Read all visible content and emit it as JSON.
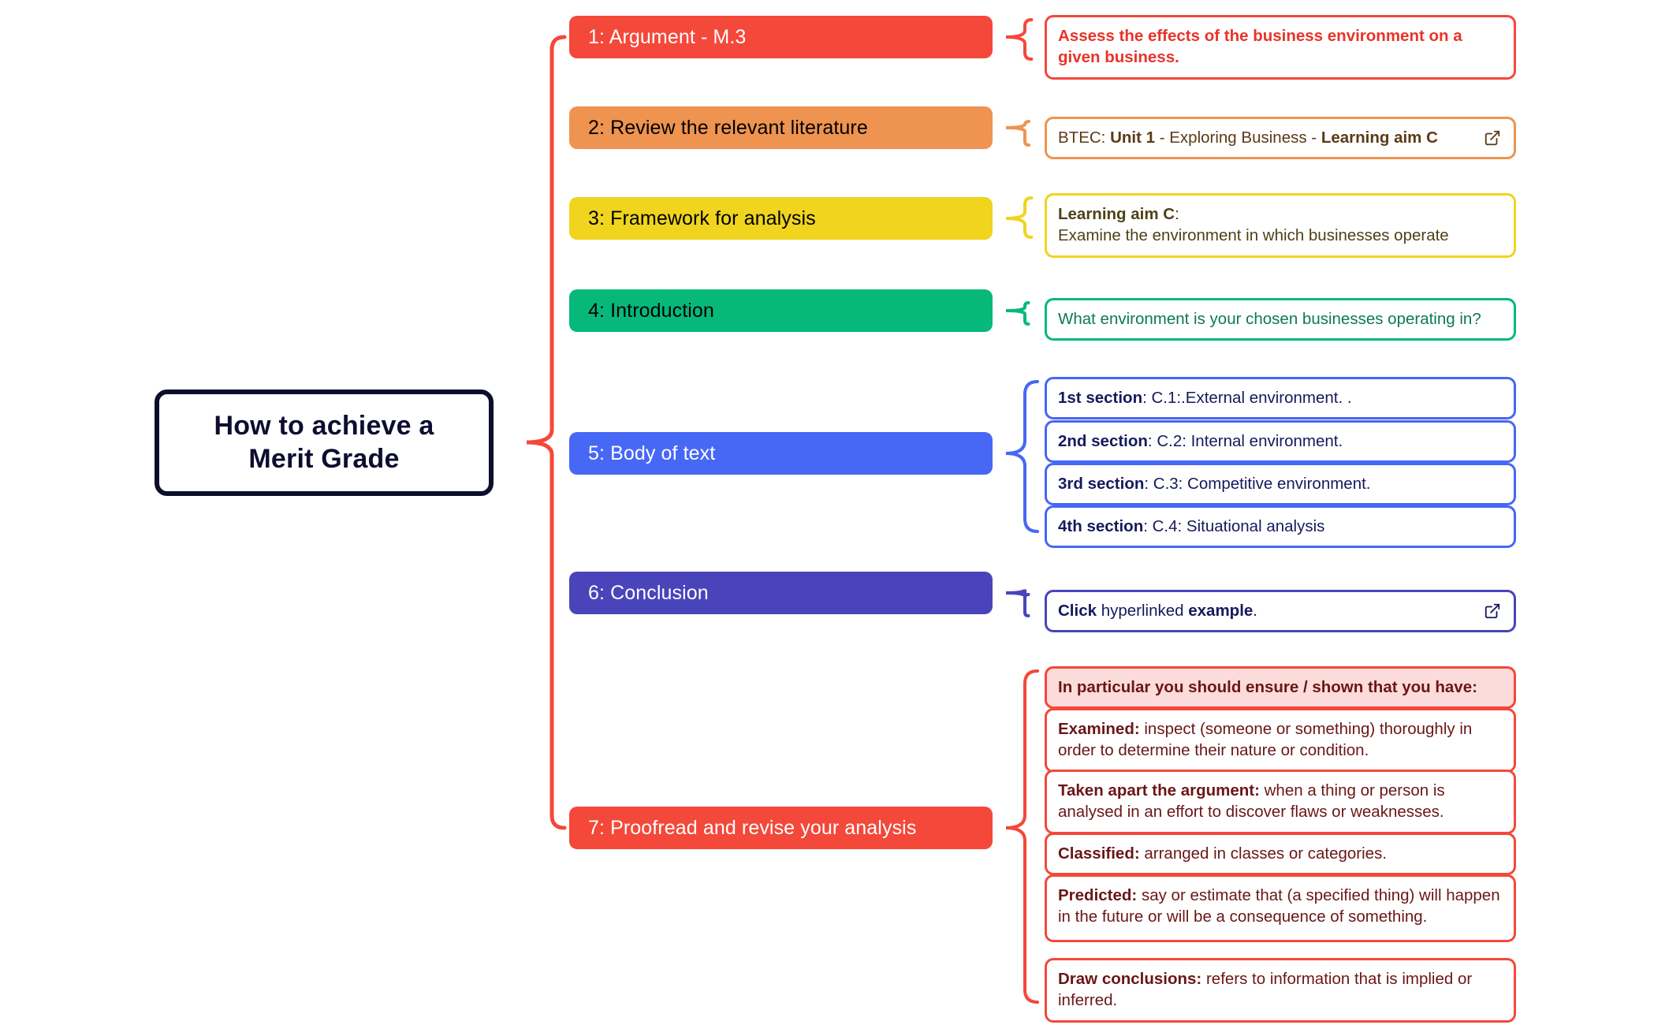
{
  "root": {
    "line1": "How to achieve a",
    "line2": "Merit Grade",
    "border_color": "#0d0d2e"
  },
  "palette": {
    "red": "#f4483a",
    "orange": "#ef9350",
    "yellow": "#f0d41e",
    "green": "#06b97b",
    "blue": "#4767f5",
    "indigo": "#4a44bb",
    "red_text": "#e8342a",
    "brown_text": "#5c3a14",
    "olive_text": "#4d4216",
    "green_text": "#0c7a53",
    "navy_text": "#151a5c",
    "maroon_text": "#6b1616",
    "pink_fill": "#fbdcda"
  },
  "branches": [
    {
      "index": 1,
      "bar_label": "1: Argument - M.3",
      "bar_bg": "#f4483a",
      "bar_text_color": "#ffffff",
      "accent": "#f4483a",
      "cards": [
        {
          "id": "assess-effects",
          "bg": "#ffffff",
          "border": "#f4483a",
          "text_color": "#e8342a",
          "bold_all": true,
          "icon": null,
          "segments": [
            {
              "text": "Assess the effects of the business environment on a given business.",
              "bold": true
            }
          ]
        }
      ]
    },
    {
      "index": 2,
      "bar_label": "2: Review the relevant literature",
      "bar_bg": "#ef9350",
      "bar_text_color": "#000000",
      "accent": "#ef9350",
      "cards": [
        {
          "id": "btec-unit1",
          "bg": "#ffffff",
          "border": "#ef9350",
          "text_color": "#5c3a14",
          "bold_all": false,
          "icon": "external-link-icon",
          "segments": [
            {
              "text": "BTEC: ",
              "bold": false
            },
            {
              "text": "Unit 1",
              "bold": true
            },
            {
              "text": " - Exploring Business - ",
              "bold": false
            },
            {
              "text": "Learning aim C",
              "bold": true
            }
          ]
        }
      ]
    },
    {
      "index": 3,
      "bar_label": "3: Framework for analysis",
      "bar_bg": "#f0d41e",
      "bar_text_color": "#000000",
      "accent": "#f0d41e",
      "cards": [
        {
          "id": "learning-aim-c",
          "bg": "#ffffff",
          "border": "#f0d41e",
          "text_color": "#4d4216",
          "bold_all": false,
          "icon": null,
          "segments": [
            {
              "text": "Learning aim C",
              "bold": true
            },
            {
              "text": ":",
              "bold": false
            },
            {
              "text": "\n",
              "bold": false
            },
            {
              "text": "Examine the environment in which businesses operate",
              "bold": false
            }
          ]
        }
      ]
    },
    {
      "index": 4,
      "bar_label": "4: Introduction",
      "bar_bg": "#06b97b",
      "bar_text_color": "#000000",
      "accent": "#06b97b",
      "cards": [
        {
          "id": "what-environment",
          "bg": "#ffffff",
          "border": "#06b97b",
          "text_color": "#0c7a53",
          "bold_all": false,
          "icon": null,
          "segments": [
            {
              "text": "What environment is your chosen businesses operating in?",
              "bold": false
            }
          ]
        }
      ]
    },
    {
      "index": 5,
      "bar_label": "5: Body of text",
      "bar_bg": "#4767f5",
      "bar_text_color": "#ffffff",
      "accent": "#4767f5",
      "cards": [
        {
          "id": "section-1",
          "bg": "#ffffff",
          "border": "#4767f5",
          "text_color": "#151a5c",
          "bold_all": false,
          "icon": null,
          "segments": [
            {
              "text": "1st section",
              "bold": true
            },
            {
              "text": ":  C.1:.External environment.     .",
              "bold": false
            }
          ]
        },
        {
          "id": "section-2",
          "bg": "#ffffff",
          "border": "#4767f5",
          "text_color": "#151a5c",
          "bold_all": false,
          "icon": null,
          "segments": [
            {
              "text": "2nd section",
              "bold": true
            },
            {
              "text": ":  C.2: Internal environment.",
              "bold": false
            }
          ]
        },
        {
          "id": "section-3",
          "bg": "#ffffff",
          "border": "#4767f5",
          "text_color": "#151a5c",
          "bold_all": false,
          "icon": null,
          "segments": [
            {
              "text": "3rd section",
              "bold": true
            },
            {
              "text": ":  C.3: Competitive environment.",
              "bold": false
            }
          ]
        },
        {
          "id": "section-4",
          "bg": "#ffffff",
          "border": "#4767f5",
          "text_color": "#151a5c",
          "bold_all": false,
          "icon": null,
          "segments": [
            {
              "text": "4th section",
              "bold": true
            },
            {
              "text": ":  C.4: Situational analysis",
              "bold": false
            }
          ]
        }
      ]
    },
    {
      "index": 6,
      "bar_label": "6: Conclusion",
      "bar_bg": "#4a44bb",
      "bar_text_color": "#ffffff",
      "accent": "#4a44bb",
      "cards": [
        {
          "id": "click-example",
          "bg": "#ffffff",
          "border": "#4a44bb",
          "text_color": "#151a5c",
          "bold_all": false,
          "icon": "external-link-icon",
          "segments": [
            {
              "text": "Click",
              "bold": true
            },
            {
              "text": " hyperlinked ",
              "bold": false
            },
            {
              "text": "example",
              "bold": true
            },
            {
              "text": ".",
              "bold": false
            }
          ]
        }
      ]
    },
    {
      "index": 7,
      "bar_label": "7: Proofread and revise your analysis",
      "bar_bg": "#f4483a",
      "bar_text_color": "#ffffff",
      "accent": "#f4483a",
      "cards": [
        {
          "id": "in-particular",
          "bg": "#fbdcda",
          "border": "#f4483a",
          "text_color": "#6b1616",
          "bold_all": true,
          "icon": null,
          "segments": [
            {
              "text": "In particular you should ensure / shown that you have:",
              "bold": true
            }
          ]
        },
        {
          "id": "examined",
          "bg": "#ffffff",
          "border": "#f4483a",
          "text_color": "#6b1616",
          "bold_all": false,
          "icon": null,
          "segments": [
            {
              "text": "Examined:",
              "bold": true
            },
            {
              "text": " inspect (someone or something) thoroughly in order to determine their nature or condition.",
              "bold": false
            }
          ]
        },
        {
          "id": "taken-apart-the-argument",
          "bg": "#ffffff",
          "border": "#f4483a",
          "text_color": "#6b1616",
          "bold_all": false,
          "icon": null,
          "segments": [
            {
              "text": "Taken apart the argument:",
              "bold": true
            },
            {
              "text": " when a thing or person is analysed in an effort to discover flaws or weaknesses.",
              "bold": false
            }
          ]
        },
        {
          "id": "classified",
          "bg": "#ffffff",
          "border": "#f4483a",
          "text_color": "#6b1616",
          "bold_all": false,
          "icon": null,
          "segments": [
            {
              "text": "Classified:",
              "bold": true
            },
            {
              "text": " arranged in classes or categories.",
              "bold": false
            }
          ]
        },
        {
          "id": "predicted",
          "bg": "#ffffff",
          "border": "#f4483a",
          "text_color": "#6b1616",
          "bold_all": false,
          "icon": null,
          "segments": [
            {
              "text": "Predicted:",
              "bold": true
            },
            {
              "text": " say or estimate that (a specified thing) will happen in the future or will be a consequence of something.",
              "bold": false
            }
          ]
        },
        {
          "id": "draw-conclusions",
          "bg": "#ffffff",
          "border": "#f4483a",
          "text_color": "#6b1616",
          "bold_all": false,
          "icon": null,
          "segments": [
            {
              "text": "Draw conclusions:",
              "bold": true
            },
            {
              "text": " refers to information that is implied or inferred.",
              "bold": false
            }
          ]
        }
      ]
    }
  ],
  "layout": {
    "bar_tops": [
      20,
      135,
      250,
      367,
      548,
      725,
      1023
    ],
    "card_groups": [
      {
        "branch": 1,
        "tops": [
          19
        ],
        "heights": [
          62
        ]
      },
      {
        "branch": 2,
        "tops": [
          148
        ],
        "heights": [
          42
        ]
      },
      {
        "branch": 3,
        "tops": [
          245
        ],
        "heights": [
          62
        ]
      },
      {
        "branch": 4,
        "tops": [
          378
        ],
        "heights": [
          39
        ]
      },
      {
        "branch": 5,
        "tops": [
          478,
          533,
          587,
          641
        ],
        "heights": [
          39,
          39,
          39,
          39
        ]
      },
      {
        "branch": 6,
        "tops": [
          748
        ],
        "heights": [
          39
        ]
      },
      {
        "branch": 7,
        "tops": [
          845,
          898,
          976,
          1056,
          1109,
          1215
        ],
        "heights": [
          37,
          62,
          62,
          37,
          86,
          62
        ]
      }
    ]
  }
}
